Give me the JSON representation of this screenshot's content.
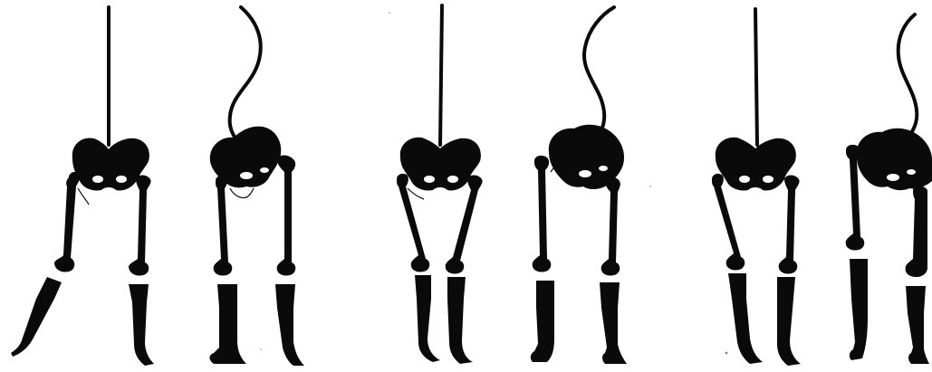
{
  "figure": {
    "panels": [
      {
        "id": "pair-1-front",
        "view": "front",
        "spine": "straight",
        "stance": "left-leg-angled"
      },
      {
        "id": "pair-1-side",
        "view": "side",
        "spine": "curved",
        "stance": "upright"
      },
      {
        "id": "pair-2-front",
        "view": "front",
        "spine": "straight",
        "stance": "knees-in"
      },
      {
        "id": "pair-2-side",
        "view": "side",
        "spine": "curved",
        "stance": "upright"
      },
      {
        "id": "pair-3-front",
        "view": "front",
        "spine": "straight",
        "stance": "knees-bent"
      },
      {
        "id": "pair-3-side",
        "view": "side",
        "spine": "curved",
        "stance": "upright"
      }
    ],
    "colors": {
      "ink": "#0a0a0a",
      "background": "#ffffff"
    }
  }
}
